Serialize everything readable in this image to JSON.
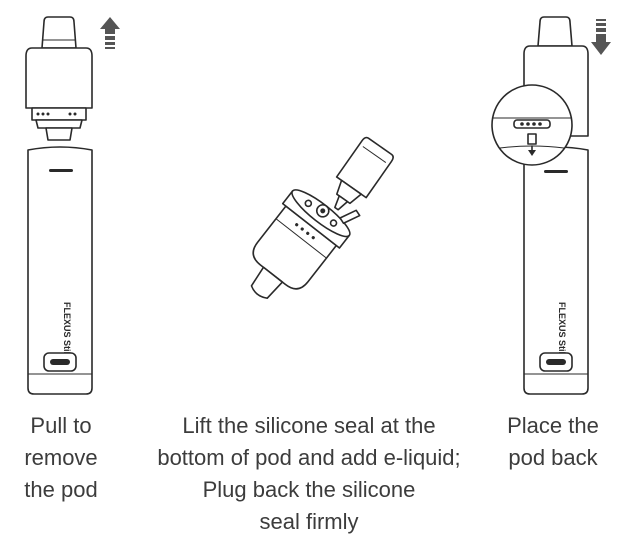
{
  "steps": [
    {
      "caption": "Pull to\nremove\nthe pod",
      "arrow": "up"
    },
    {
      "caption": "Lift the silicone seal at the\nbottom of pod and add e-liquid;\nPlug back the silicone\nseal firmly"
    },
    {
      "caption": "Place the\npod back",
      "arrow": "down"
    }
  ],
  "device": {
    "brand": "FLEXUS",
    "model": "Stik"
  },
  "colors": {
    "line": "#2a2a2a",
    "text": "#3c3c3c",
    "arrow": "#555555"
  }
}
